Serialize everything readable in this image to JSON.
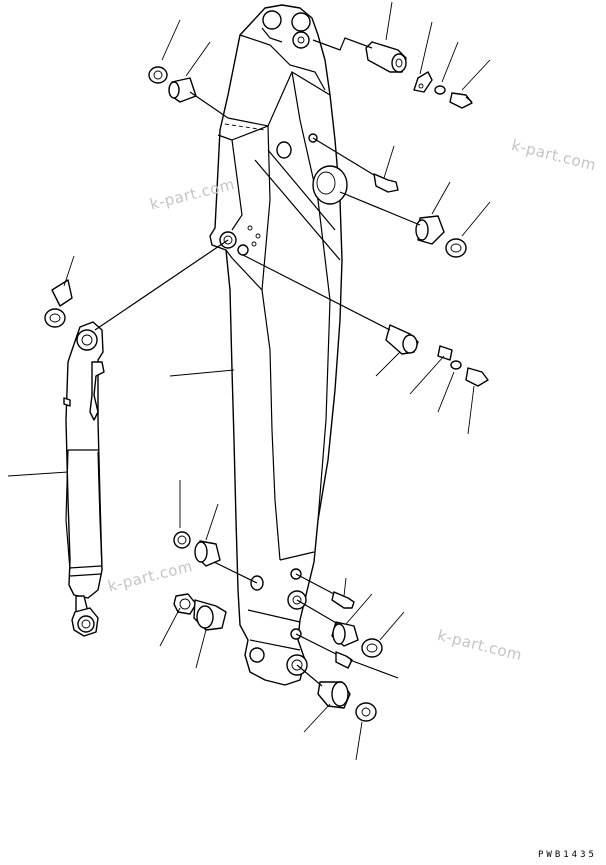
{
  "figure": {
    "drawing_code": "PWB1435",
    "watermarks": [
      "k-part.com",
      "k-part.com",
      "k-part.com",
      "k-part.com"
    ]
  }
}
